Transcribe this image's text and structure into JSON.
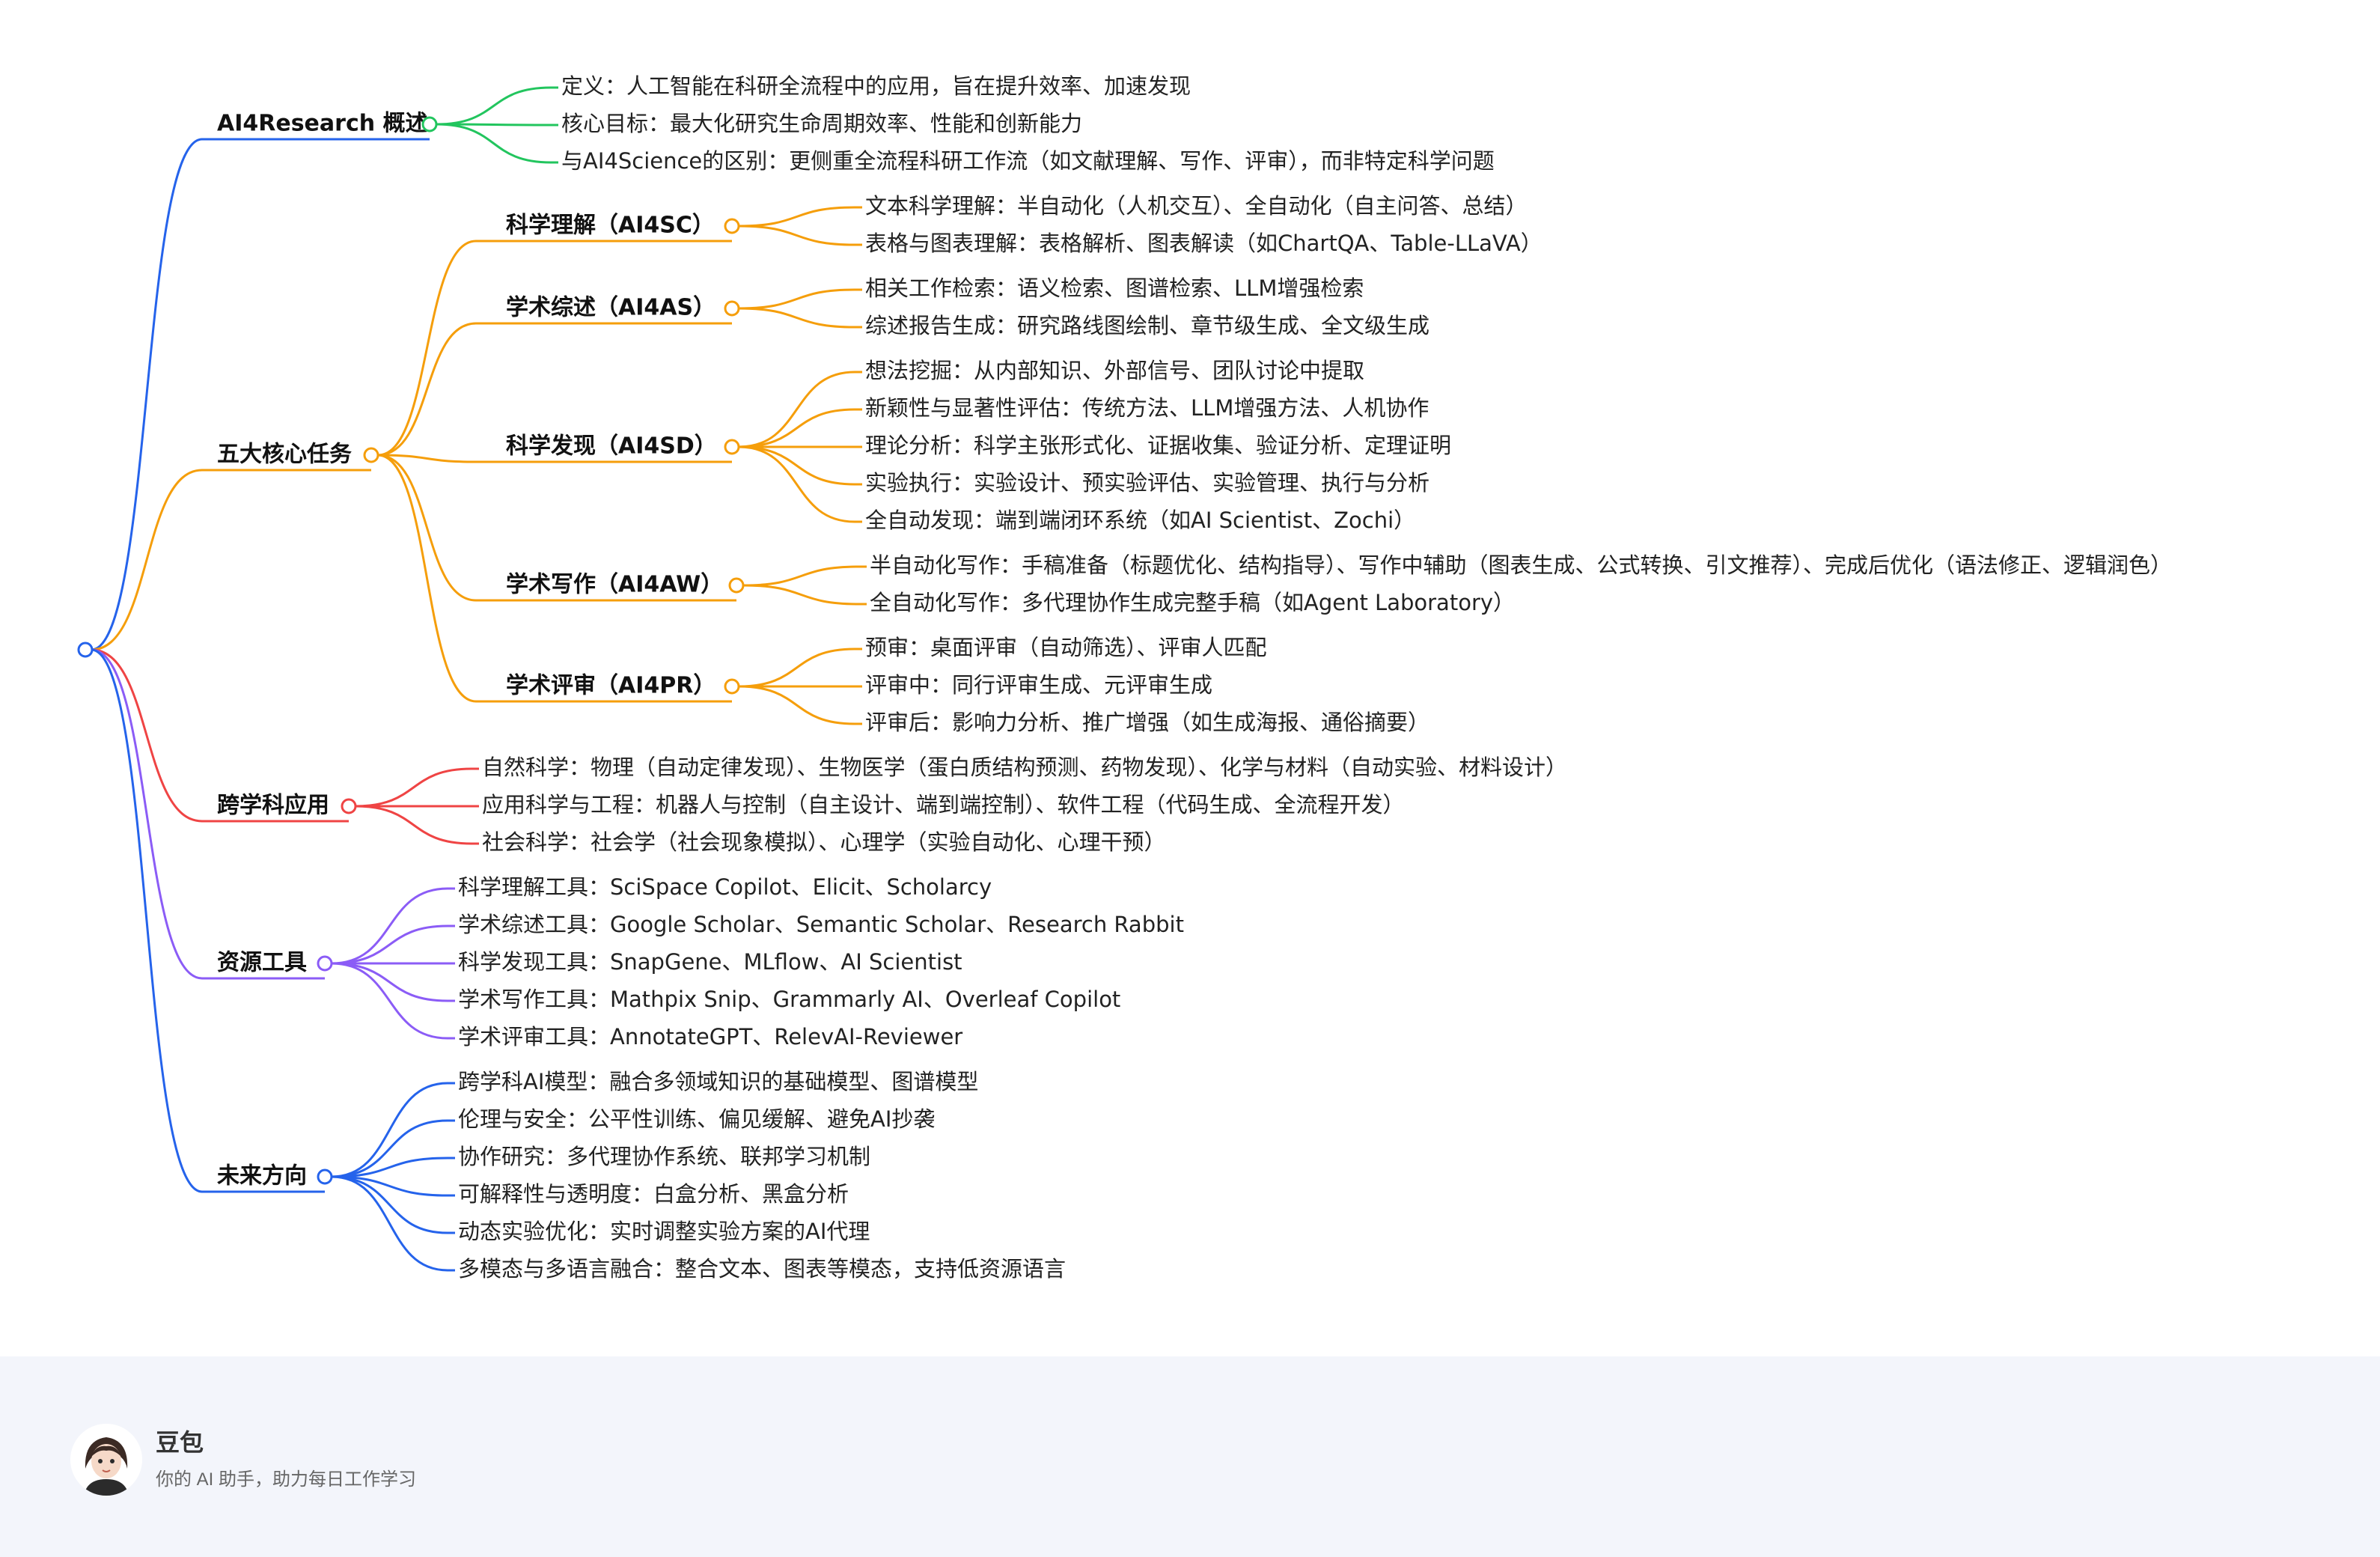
{
  "mindmap": {
    "branches": [
      {
        "label": "AI4Research 概述",
        "color": "#22c55e",
        "stemColor": "#2563eb",
        "leaves": [
          "定义：人工智能在科研全流程中的应用，旨在提升效率、加速发现",
          "核心目标：最大化研究生命周期效率、性能和创新能力",
          "与AI4Science的区别：更侧重全流程科研工作流（如文献理解、写作、评审），而非特定科学问题"
        ]
      },
      {
        "label": "五大核心任务",
        "color": "#f59e0b",
        "stemColor": "#f59e0b",
        "subs": [
          {
            "label": "科学理解（AI4SC）",
            "leaves": [
              "文本科学理解：半自动化（人机交互）、全自动化（自主问答、总结）",
              "表格与图表理解：表格解析、图表解读（如ChartQA、Table-LLaVA）"
            ]
          },
          {
            "label": "学术综述（AI4AS）",
            "leaves": [
              "相关工作检索：语义检索、图谱检索、LLM增强检索",
              "综述报告生成：研究路线图绘制、章节级生成、全文级生成"
            ]
          },
          {
            "label": "科学发现（AI4SD）",
            "leaves": [
              "想法挖掘：从内部知识、外部信号、团队讨论中提取",
              "新颖性与显著性评估：传统方法、LLM增强方法、人机协作",
              "理论分析：科学主张形式化、证据收集、验证分析、定理证明",
              "实验执行：实验设计、预实验评估、实验管理、执行与分析",
              "全自动发现：端到端闭环系统（如AI Scientist、Zochi）"
            ]
          },
          {
            "label": "学术写作（AI4AW）",
            "leaves": [
              "半自动化写作：手稿准备（标题优化、结构指导）、写作中辅助（图表生成、公式转换、引文推荐）、完成后优化（语法修正、逻辑润色）",
              "全自动化写作：多代理协作生成完整手稿（如Agent Laboratory）"
            ]
          },
          {
            "label": "学术评审（AI4PR）",
            "leaves": [
              "预审：桌面评审（自动筛选）、评审人匹配",
              "评审中：同行评审生成、元评审生成",
              "评审后：影响力分析、推广增强（如生成海报、通俗摘要）"
            ]
          }
        ]
      },
      {
        "label": "跨学科应用",
        "color": "#ef4444",
        "stemColor": "#ef4444",
        "leaves": [
          "自然科学：物理（自动定律发现）、生物医学（蛋白质结构预测、药物发现）、化学与材料（自动实验、材料设计）",
          "应用科学与工程：机器人与控制（自主设计、端到端控制）、软件工程（代码生成、全流程开发）",
          "社会科学：社会学（社会现象模拟）、心理学（实验自动化、心理干预）"
        ]
      },
      {
        "label": "资源工具",
        "color": "#8b5cf6",
        "stemColor": "#8b5cf6",
        "leaves": [
          "科学理解工具：SciSpace Copilot、Elicit、Scholarcy",
          "学术综述工具：Google Scholar、Semantic Scholar、Research Rabbit",
          "科学发现工具：SnapGene、MLflow、AI Scientist",
          "学术写作工具：Mathpix Snip、Grammarly AI、Overleaf Copilot",
          "学术评审工具：AnnotateGPT、RelevAI-Reviewer"
        ]
      },
      {
        "label": "未来方向",
        "color": "#2563eb",
        "stemColor": "#2563eb",
        "leaves": [
          "跨学科AI模型：融合多领域知识的基础模型、图谱模型",
          "伦理与安全：公平性训练、偏见缓解、避免AI抄袭",
          "协作研究：多代理协作系统、联邦学习机制",
          "可解释性与透明度：白盒分析、黑盒分析",
          "动态实验优化：实时调整实验方案的AI代理",
          "多模态与多语言融合：整合文本、图表等模态，支持低资源语言"
        ]
      }
    ]
  },
  "footer": {
    "name": "豆包",
    "tagline": "你的 AI 助手，助力每日工作学习"
  }
}
